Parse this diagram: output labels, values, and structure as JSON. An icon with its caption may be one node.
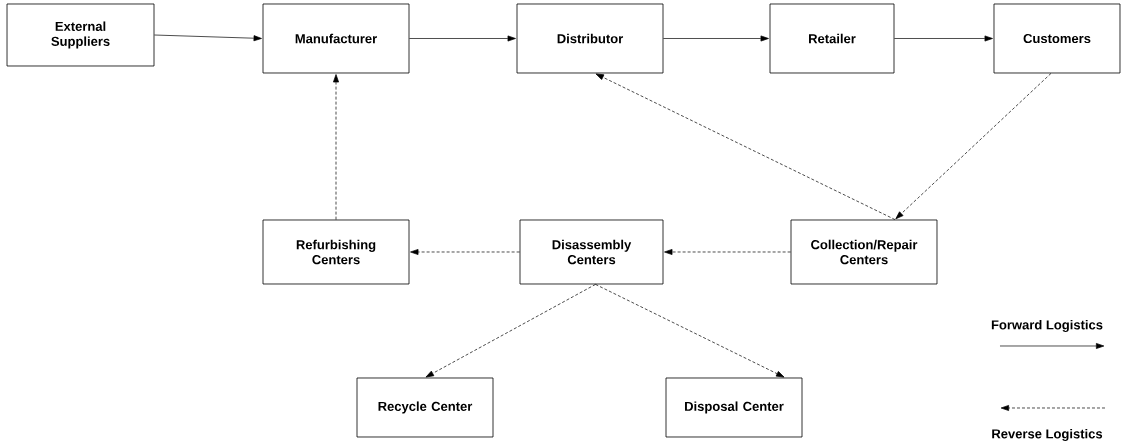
{
  "diagram": {
    "nodes": [
      {
        "text": [
          "External Suppliers"
        ]
      },
      {
        "text": [
          "Manufacturer"
        ]
      },
      {
        "text": [
          "Distributor"
        ]
      },
      {
        "text": [
          "Retailer"
        ]
      },
      {
        "text": [
          "Customers"
        ]
      },
      {
        "text": [
          "Refurbishing Centers"
        ]
      },
      {
        "text": [
          "Disassembly Centers"
        ]
      },
      {
        "text": [
          "Collection/Repair Centers"
        ]
      },
      {
        "text": [
          "Recycle Center"
        ]
      },
      {
        "text": [
          "Disposal Center"
        ]
      }
    ],
    "edges": [
      {
        "from": 0,
        "to": 1,
        "arrow": "to"
      },
      {
        "from": 1,
        "to": 2,
        "arrow": "to"
      },
      {
        "from": 2,
        "to": 3,
        "arrow": "to"
      },
      {
        "from": 3,
        "to": 4,
        "arrow": "to"
      },
      {
        "from": 4,
        "to": 7,
        "arrow": "to",
        "style": "dashed"
      },
      {
        "from": 7,
        "to": 2,
        "arrow": "to",
        "style": "dashed"
      },
      {
        "from": 7,
        "to": 6,
        "arrow": "to",
        "style": "dashed"
      },
      {
        "from": 6,
        "to": 5,
        "arrow": "to",
        "style": "dashed"
      },
      {
        "from": 5,
        "to": 1,
        "arrow": "to",
        "style": "dashed"
      },
      {
        "from": 6,
        "to": 8,
        "arrow": "to",
        "style": "dashed"
      },
      {
        "from": 6,
        "to": 9,
        "arrow": "to",
        "style": "dashed"
      }
    ],
    "legend": [
      {
        "text": "Forward Logistics"
      },
      {
        "text": "Reverse Logistics"
      }
    ]
  }
}
